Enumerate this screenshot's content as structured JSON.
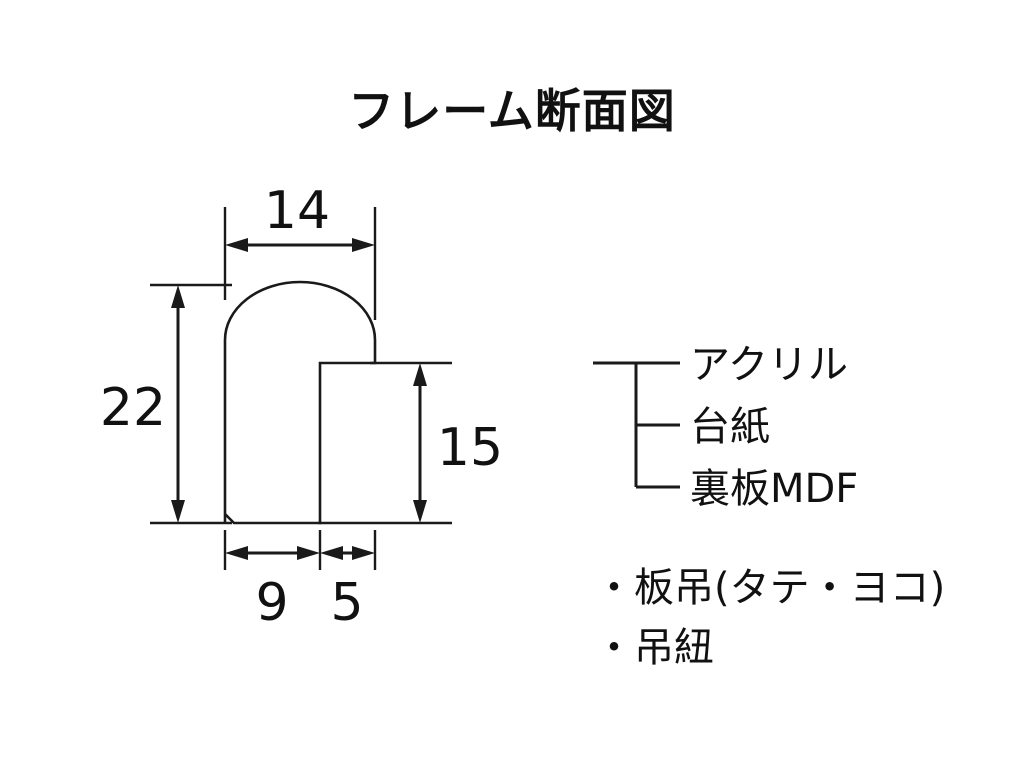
{
  "page": {
    "title": "フレーム断面図",
    "background_color": "#ffffff",
    "line_color": "#1a1a1a",
    "text_color": "#111111"
  },
  "dimensions": {
    "width_overall": "14",
    "height_overall": "22",
    "height_rabbet": "15",
    "width_face": "9",
    "width_rabbet": "5",
    "unit_implied": "mm"
  },
  "legend": {
    "items": [
      {
        "label": "アクリル"
      },
      {
        "label": "台紙"
      },
      {
        "label": "裏板MDF"
      }
    ]
  },
  "notes": {
    "items": [
      {
        "bullet": "・",
        "label": "板吊(タテ・ヨコ)"
      },
      {
        "bullet": "・",
        "label": "吊紐"
      }
    ]
  },
  "chart_data": {
    "type": "table",
    "title": "フレーム断面図",
    "categories": [
      "14",
      "22",
      "15",
      "9",
      "5"
    ],
    "values": [
      14,
      22,
      15,
      9,
      5
    ],
    "xlabel": "",
    "ylabel": "",
    "annotations": [
      "アクリル",
      "台紙",
      "裏板MDF",
      "・板吊(タテ・ヨコ)",
      "・吊紐"
    ]
  }
}
